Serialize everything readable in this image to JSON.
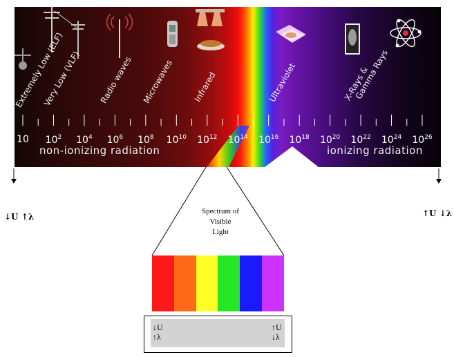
{
  "band_labels": [
    {
      "text": "Extremely Low (ELF)"
    },
    {
      "text": "Very Low (VLF)"
    },
    {
      "text": "Radio waves"
    },
    {
      "text": "Microwaves"
    },
    {
      "text": "Infrared"
    },
    {
      "text": "Ultraviolet"
    },
    {
      "text": "X-Rays &"
    },
    {
      "text": "Gamma Rays"
    }
  ],
  "scale": [
    {
      "base": "10",
      "exp": ""
    },
    {
      "base": "10",
      "exp": "2"
    },
    {
      "base": "10",
      "exp": "4"
    },
    {
      "base": "10",
      "exp": "6"
    },
    {
      "base": "10",
      "exp": "8"
    },
    {
      "base": "10",
      "exp": "10"
    },
    {
      "base": "10",
      "exp": "12"
    },
    {
      "base": "10",
      "exp": "14"
    },
    {
      "base": "10",
      "exp": "16"
    },
    {
      "base": "10",
      "exp": "18"
    },
    {
      "base": "10",
      "exp": "20"
    },
    {
      "base": "10",
      "exp": "22"
    },
    {
      "base": "10",
      "exp": "24"
    },
    {
      "base": "10",
      "exp": "26"
    }
  ],
  "radiation": {
    "left": "non-ionizing  radiation",
    "right": "ionizing  radiation"
  },
  "side_labels": {
    "left": "↓U ↑λ",
    "right": "↑U ↓λ"
  },
  "visible_title": [
    "Spectrum of",
    "Visible",
    "Light"
  ],
  "visible_colors": [
    "#ff1a1a",
    "#ff6a1a",
    "#ffff26",
    "#26e626",
    "#1a1aff",
    "#cc33ff"
  ],
  "legend": {
    "left_top": "↓U",
    "left_bottom": "↑λ",
    "right_top": "↑U",
    "right_bottom": "↓λ"
  }
}
